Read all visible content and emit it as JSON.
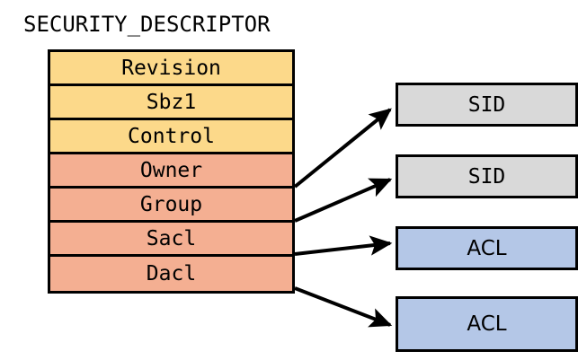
{
  "diagram": {
    "title": "SECURITY_DESCRIPTOR",
    "colors": {
      "header_fields": "#FCD98A",
      "pointer_fields": "#F4AF92",
      "sid_box": "#D9D9D9",
      "acl_box": "#B4C7E7",
      "stroke": "#000000",
      "background": "#FFFFFF"
    },
    "struct": {
      "name": "SECURITY_DESCRIPTOR",
      "fields": [
        {
          "label": "Revision",
          "color_key": "header_fields",
          "is_pointer": false
        },
        {
          "label": "Sbz1",
          "color_key": "header_fields",
          "is_pointer": false
        },
        {
          "label": "Control",
          "color_key": "header_fields",
          "is_pointer": false
        },
        {
          "label": "Owner",
          "color_key": "pointer_fields",
          "is_pointer": true
        },
        {
          "label": "Group",
          "color_key": "pointer_fields",
          "is_pointer": true
        },
        {
          "label": "Sacl",
          "color_key": "pointer_fields",
          "is_pointer": true
        },
        {
          "label": "Dacl",
          "color_key": "pointer_fields",
          "is_pointer": true
        }
      ]
    },
    "targets": [
      {
        "label": "SID",
        "color_key": "sid_box",
        "from_field": "Owner"
      },
      {
        "label": "SID",
        "color_key": "sid_box",
        "from_field": "Group"
      },
      {
        "label": "ACL",
        "color_key": "acl_box",
        "from_field": "Sacl"
      },
      {
        "label": "ACL",
        "color_key": "acl_box",
        "from_field": "Dacl"
      }
    ],
    "arrows": [
      {
        "from_field": "Owner",
        "to_target_index": 0
      },
      {
        "from_field": "Group",
        "to_target_index": 1
      },
      {
        "from_field": "Sacl",
        "to_target_index": 2
      },
      {
        "from_field": "Dacl",
        "to_target_index": 3
      }
    ]
  }
}
